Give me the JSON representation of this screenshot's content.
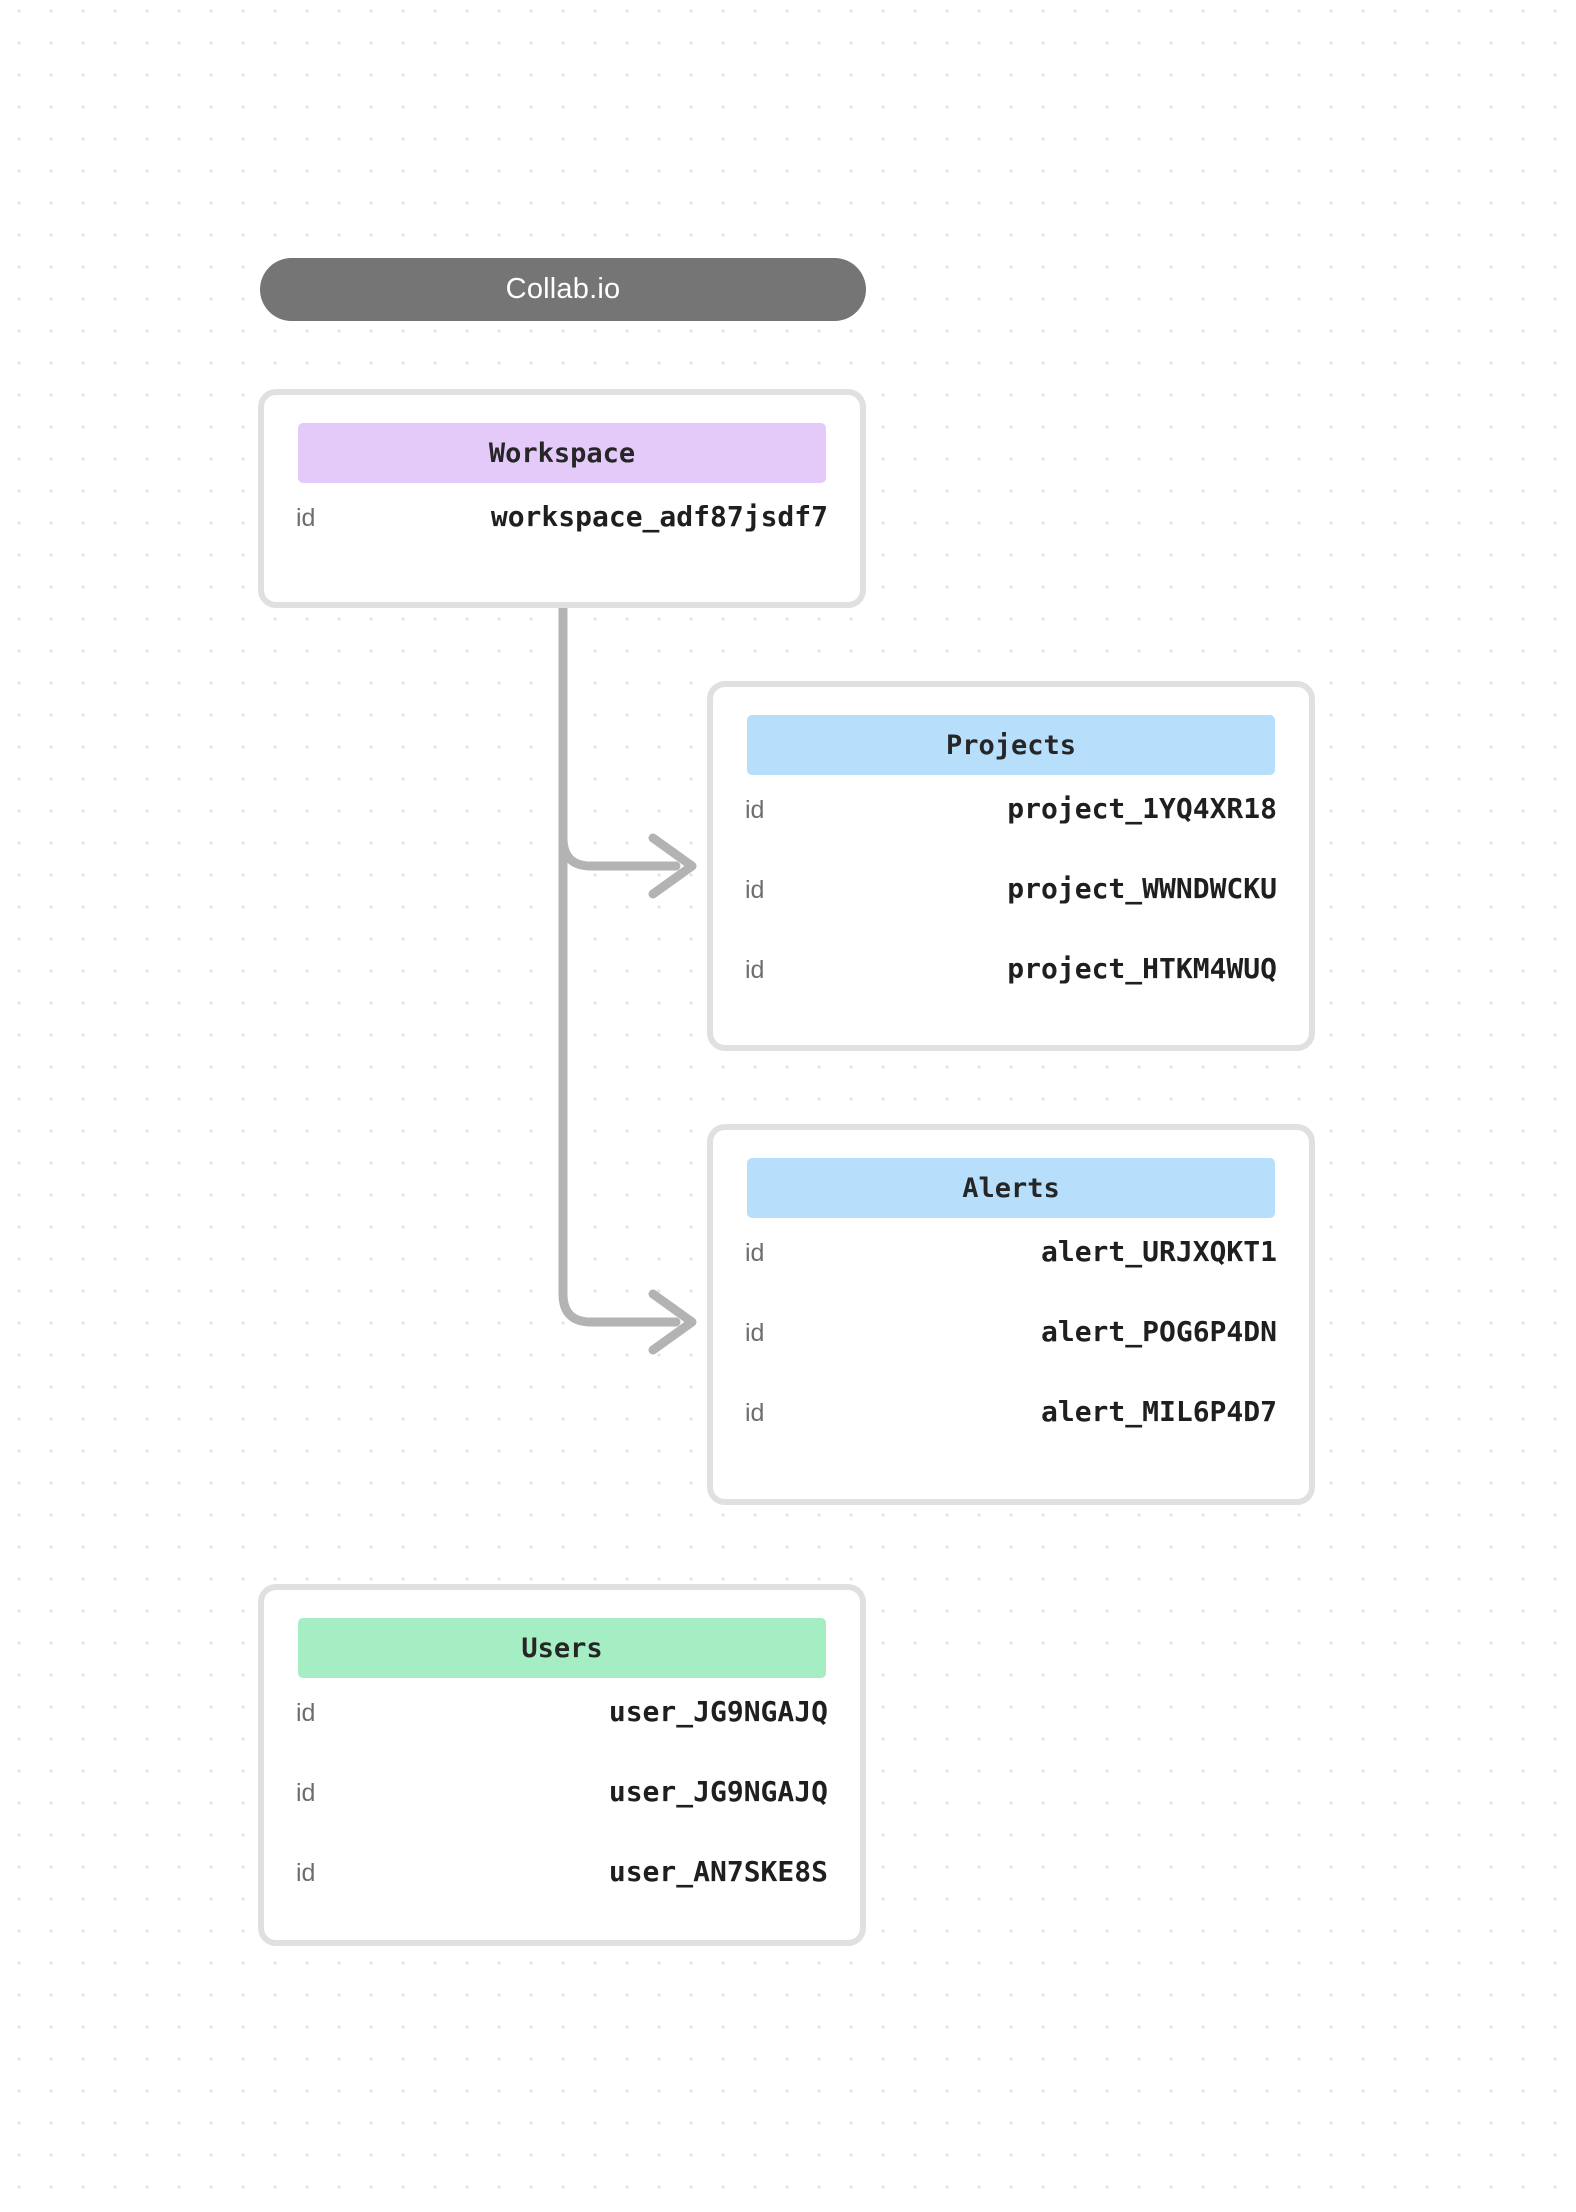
{
  "diagram": {
    "title": "Collab.io",
    "background": {
      "style": "dot-grid",
      "dot_color": "#e3e3e3",
      "page_color": "#ffffff"
    },
    "accent_colors": {
      "title_pill": "#757575",
      "workspace_header": "#e4caf9",
      "projects_header": "#b7dffc",
      "alerts_header": "#b7dffc",
      "users_header": "#a5eec4",
      "card_border": "#e0e0e0",
      "connector": "#b3b3b3"
    },
    "entities": [
      {
        "id": "workspace",
        "title": "Workspace",
        "header_color": "#e4caf9",
        "rows": [
          {
            "key": "id",
            "value": "workspace_adf87jsdf7"
          }
        ]
      },
      {
        "id": "projects",
        "title": "Projects",
        "header_color": "#b7dffc",
        "rows": [
          {
            "key": "id",
            "value": "project_1YQ4XR18"
          },
          {
            "key": "id",
            "value": "project_WWNDWCKU"
          },
          {
            "key": "id",
            "value": "project_HTKM4WUQ"
          }
        ]
      },
      {
        "id": "alerts",
        "title": "Alerts",
        "header_color": "#b7dffc",
        "rows": [
          {
            "key": "id",
            "value": "alert_URJXQKT1"
          },
          {
            "key": "id",
            "value": "alert_POG6P4DN"
          },
          {
            "key": "id",
            "value": "alert_MIL6P4D7"
          }
        ]
      },
      {
        "id": "users",
        "title": "Users",
        "header_color": "#a5eec4",
        "rows": [
          {
            "key": "id",
            "value": "user_JG9NGAJQ"
          },
          {
            "key": "id",
            "value": "user_JG9NGAJQ"
          },
          {
            "key": "id",
            "value": "user_AN7SKE8S"
          }
        ]
      }
    ],
    "connections": [
      {
        "from": "workspace",
        "to": "projects",
        "kind": "arrow"
      },
      {
        "from": "workspace",
        "to": "alerts",
        "kind": "arrow"
      }
    ]
  }
}
